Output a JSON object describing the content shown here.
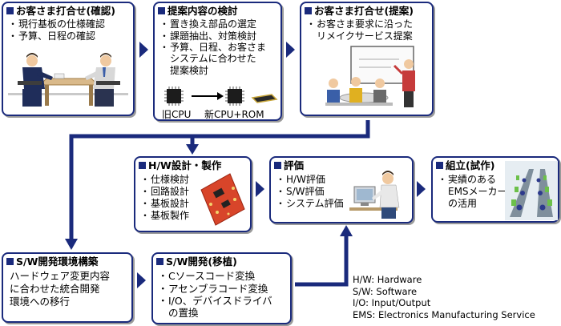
{
  "boxes": {
    "consult_confirm": {
      "title": "お客さま打合せ(確認)",
      "items": [
        "現行基板の仕様確認",
        "予算、日程の確認"
      ]
    },
    "proposal_study": {
      "title": "提案内容の検討",
      "items": [
        "置き換え部品の選定",
        "課題抽出、対策検討",
        "予算、日程、お客さま",
        "システムに合わせた",
        "提案検討"
      ],
      "old_cpu": "旧CPU",
      "new_cpu": "新CPU+ROM"
    },
    "consult_proposal": {
      "title": "お客さま打合せ(提案)",
      "items": [
        "お客さま要求に沿った",
        "リメイクサービス提案"
      ]
    },
    "hw_design": {
      "title": "H/W設計・製作",
      "items": [
        "仕様検討",
        "回路設計",
        "基板設計",
        "基板製作"
      ]
    },
    "evaluation": {
      "title": "評価",
      "items": [
        "H/W評価",
        "S/W評価",
        "システム評価"
      ]
    },
    "assembly": {
      "title": "組立(試作)",
      "items": [
        "実績のある",
        "EMSメーカー",
        "の活用"
      ]
    },
    "sw_env": {
      "title": "S/W開発環境構築",
      "lines": [
        "ハードウェア変更内容",
        "に合わせた統合開発",
        "環境への移行"
      ]
    },
    "sw_dev": {
      "title": "S/W開発(移植)",
      "items": [
        "Cソースコード変換",
        "アセンブラコード変換",
        "I/O、デバイスドライバ",
        "の置換"
      ]
    }
  },
  "legend": [
    "H/W: Hardware",
    "S/W: Software",
    "I/O: Input/Output",
    "EMS: Electronics Manufacturing Service"
  ],
  "colors": {
    "border": "#1a2a7c",
    "arrow": "#1a2a7c",
    "shadow": "#9a9a9a"
  }
}
